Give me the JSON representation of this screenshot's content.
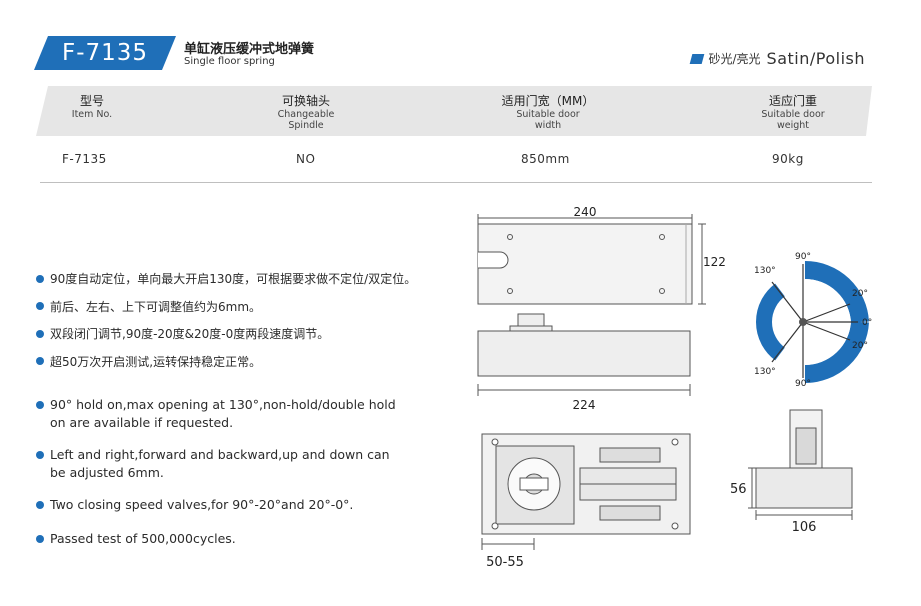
{
  "header": {
    "model": "F-7135",
    "title_cn": "单缸液压缓冲式地弹簧",
    "title_en": "Single floor spring",
    "finish_cn": "砂光/亮光",
    "finish_en": "Satin/Polish",
    "accent_color": "#1f6fb8"
  },
  "table": {
    "headers": [
      {
        "cn": "型号",
        "en": "Item No."
      },
      {
        "cn": "可换轴头",
        "en": "Changeable Spindle"
      },
      {
        "cn": "适用门宽（MM）",
        "en": "Suitable door width"
      },
      {
        "cn": "适应门重",
        "en": "Suitable door weight"
      }
    ],
    "row": [
      "F-7135",
      "NO",
      "850mm",
      "90kg"
    ]
  },
  "features_cn": [
    "90度自动定位，单向最大开启130度，可根据要求做不定位/双定位。",
    "前后、左右、上下可调整值约为6mm。",
    "双段闭门调节,90度-20度&20度-0度两段速度调节。",
    "超50万次开启测试,运转保持稳定正常。"
  ],
  "features_en": [
    "90° hold on,max opening at 130°,non-hold/double hold on are available if requested.",
    "Left and right,forward and backward,up and down can be adjusted 6mm.",
    "Two closing speed valves,for 90°-20°and 20°-0°.",
    "Passed test of 500,000cycles."
  ],
  "drawings": {
    "top_view": {
      "width": "240",
      "depth": "122"
    },
    "side_view": {
      "length": "224"
    },
    "bottom_view": {
      "offset": "50-55"
    },
    "end_view": {
      "height": "56",
      "width": "106"
    },
    "angle_diagram": {
      "a130_top": "130°",
      "a90_top": "90°",
      "a20_top": "20°",
      "a0": "0°",
      "a20_bot": "20°",
      "a130_bot": "130°",
      "a90_bot": "90°"
    }
  }
}
